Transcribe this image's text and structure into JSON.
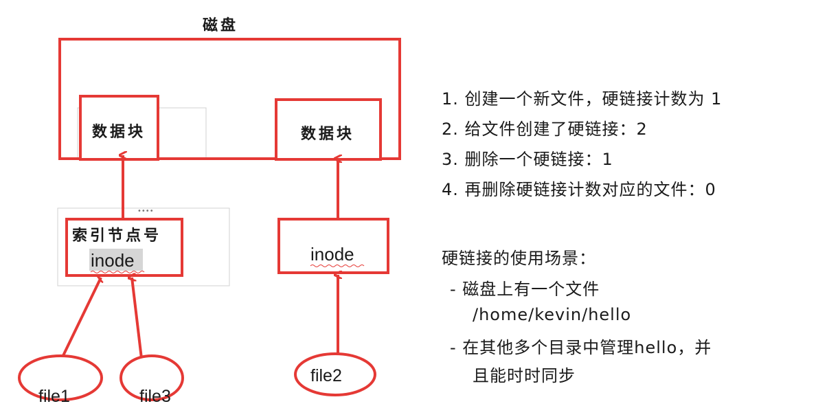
{
  "diagram": {
    "disk_label": "磁盘",
    "data_block_left": "数据块",
    "data_block_right": "数据块",
    "index_node_title": "索引节点号",
    "inode_left": "inode",
    "inode_right": "inode",
    "file1": "file1",
    "file3": "file3",
    "file2": "file2",
    "red": "#e53935"
  },
  "steps": [
    "1.  创建一个新文件，硬链接计数为 1",
    "2.  给文件创建了硬链接：2",
    "3.  删除一个硬链接：1",
    "4.  再删除硬链接计数对应的文件：0"
  ],
  "usage": {
    "title": "硬链接的使用场景：",
    "bullet1_line1": "-  磁盘上有一个文件",
    "bullet1_line2": "/home/kevin/hello",
    "bullet2_line1": "-  在其他多个目录中管理hello，并",
    "bullet2_line2": "且能时时同步"
  }
}
